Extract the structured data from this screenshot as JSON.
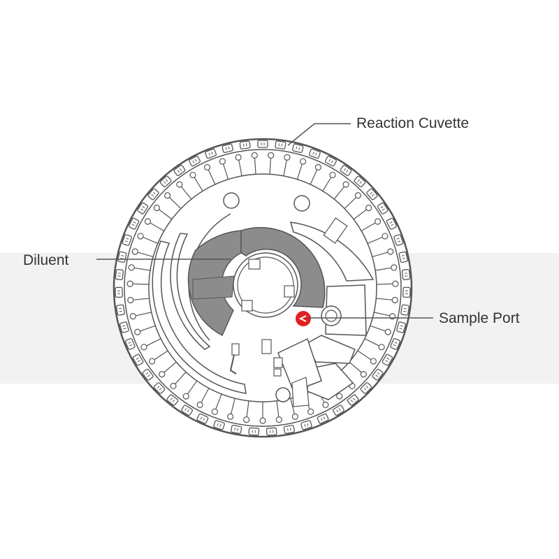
{
  "labels": {
    "reaction_cuvette": "Reaction Cuvette",
    "diluent": "Diluent",
    "sample_port": "Sample Port"
  },
  "colors": {
    "background": "#ffffff",
    "band": "#f2f2f2",
    "outline": "#555555",
    "diluent_fill": "#8c8c8c",
    "sample_port_marker": "#e02020",
    "label_text": "#333333"
  },
  "diagram": {
    "cuvette_count": 51
  }
}
